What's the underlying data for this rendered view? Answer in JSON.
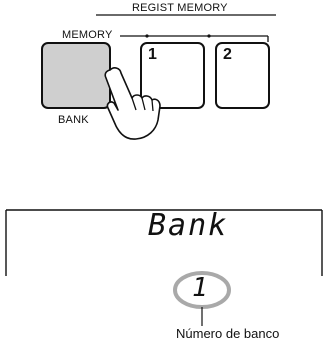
{
  "panel": {
    "group_label": "REGIST MEMORY",
    "memory_label": "MEMORY",
    "bank_label": "BANK",
    "button_1": "1",
    "button_2": "2",
    "hand_icon": "pointing-hand-icon"
  },
  "display": {
    "word": "Bank",
    "bank_number": "1",
    "caption": "Número de banco"
  }
}
